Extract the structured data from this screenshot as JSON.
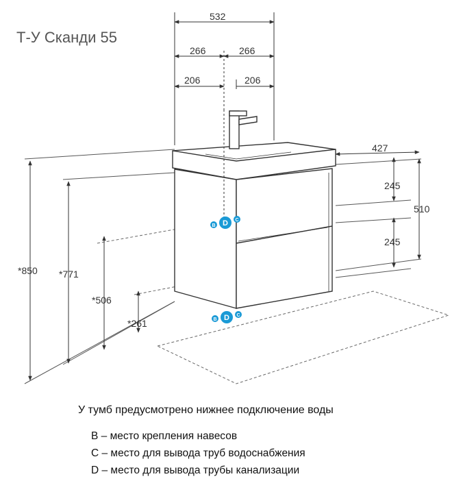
{
  "title": "Т-У Сканди 55",
  "dimensions": {
    "width_total": "532",
    "half_left": "266",
    "half_right": "266",
    "offset_left": "206",
    "offset_right": "206",
    "depth": "427",
    "upper_drawer": "245",
    "lower_drawer": "245",
    "cabinet_height": "510",
    "height_total": "*850",
    "height_top": "*771",
    "height_mid": "*506",
    "height_low": "*261"
  },
  "markers": {
    "b": "B",
    "c": "C",
    "d": "D",
    "color": "#1a9ad6"
  },
  "notes": {
    "main": "У тумб предусмотрено нижнее подключение воды",
    "items": [
      "В – место крепления навесов",
      "С – место для вывода труб водоснабжения",
      "D – место для вывода трубы канализации"
    ]
  }
}
